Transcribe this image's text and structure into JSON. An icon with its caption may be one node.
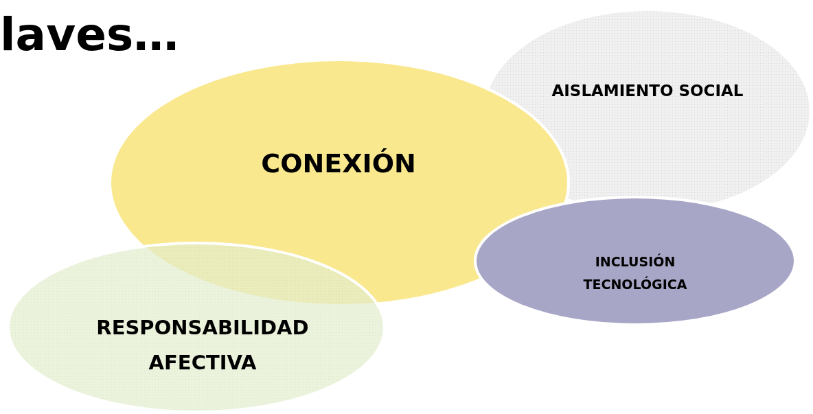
{
  "diagram": {
    "title": "laves…",
    "nodes": [
      {
        "text": [
          "CONEXIÓN"
        ]
      },
      {
        "text": [
          "AISLAMIENTO SOCIAL"
        ]
      },
      {
        "text": [
          "INCLUSIÓN TECNOLÓGICA"
        ]
      },
      {
        "text": [
          "RESPONSABILIDAD AFECTIVA"
        ]
      }
    ]
  }
}
